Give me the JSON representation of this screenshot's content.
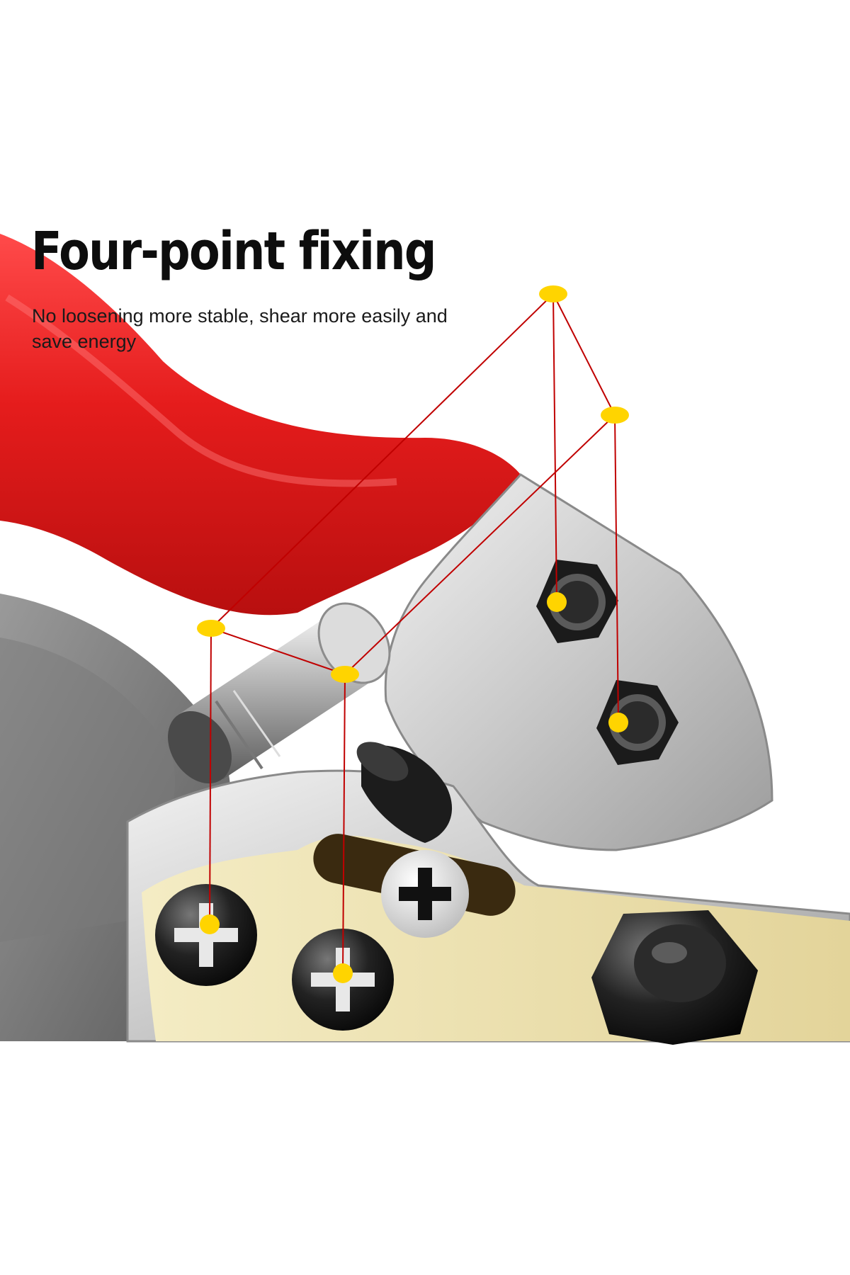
{
  "headline": "Four-point fixing",
  "subtitle": "No loosening more stable, shear more easily and save energy",
  "colors": {
    "background": "#ffffff",
    "handle_red": "#e02020",
    "steel": "#c9c9c9",
    "gold_blade": "#eadfb0",
    "marker_yellow": "#ffd400",
    "leader_line": "#c00000",
    "text": "#111111"
  },
  "image_description_elements": [
    "red-handle",
    "steel-pivot-assembly",
    "hex-bolt",
    "phillips-screw",
    "spring-roller",
    "black-cap-nut"
  ]
}
